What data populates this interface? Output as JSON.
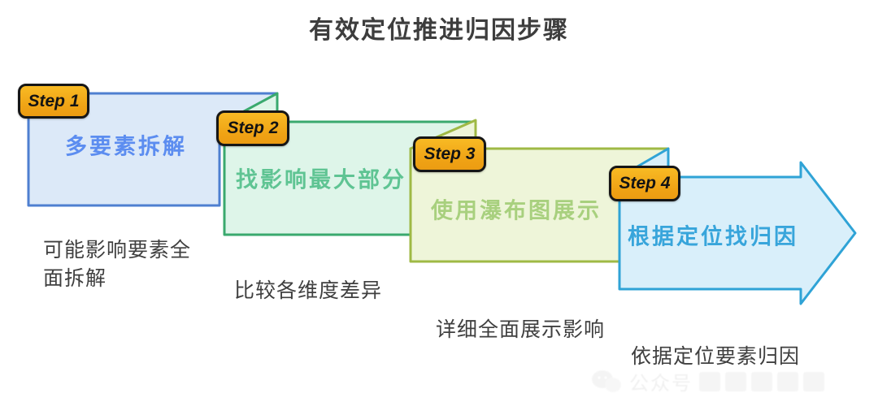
{
  "title": "有效定位推进归因步骤",
  "steps": [
    {
      "badge": "Step 1",
      "label": "多要素拆解",
      "caption": "可能影响要素全面拆解",
      "fill": "#dce9f8",
      "stroke": "#4e7fd0",
      "text_color": "#5c8df0"
    },
    {
      "badge": "Step 2",
      "label": "找影响最大部分",
      "caption": "比较各维度差异",
      "fill": "#def5e9",
      "stroke": "#3aa96e",
      "text_color": "#5fc493"
    },
    {
      "badge": "Step 3",
      "label": "使用瀑布图展示",
      "caption": "详细全面展示影响",
      "fill": "#eef5d9",
      "stroke": "#9fb945",
      "text_color": "#a8d07e"
    },
    {
      "badge": "Step 4",
      "label": "根据定位找归因",
      "caption": "依据定位要素归因",
      "fill": "#d9effa",
      "stroke": "#2fa3d6",
      "text_color": "#38a5db"
    }
  ],
  "palette": {
    "badge_gradient_top": "#f8ba24",
    "badge_gradient_bottom": "#ec9c12",
    "badge_border": "#161616",
    "badge_text": "#131313",
    "title_color": "#3d3d3d",
    "caption_color": "#3f3f3f",
    "background": "#ffffff"
  },
  "watermark": {
    "icon": "wechat-icon",
    "text": "公众号"
  }
}
